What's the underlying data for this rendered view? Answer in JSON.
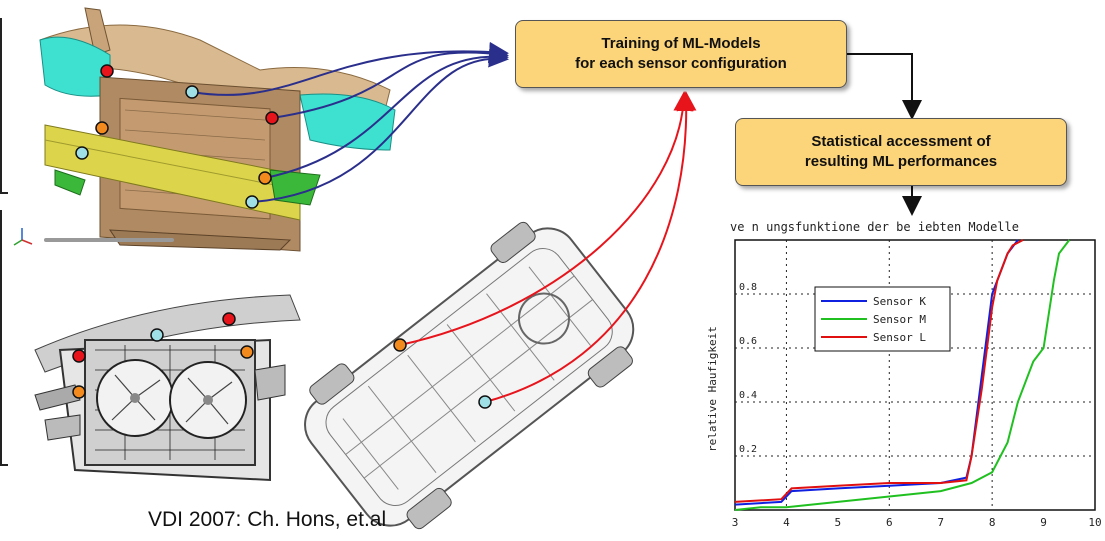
{
  "boxes": {
    "training_line1": "Training of ML-Models",
    "training_line2": "for each sensor configuration",
    "assessment_line1": "Statistical accessment of",
    "assessment_line2": "resulting ML performances"
  },
  "credit": "VDI 2007: Ch. Hons, et.al",
  "colors": {
    "box_fill": "#fcd479",
    "sensor_red": "#e8141c",
    "sensor_orange": "#f28a1e",
    "sensor_cyan": "#9ee0e6",
    "arrow_blue": "#2b2f8c",
    "arrow_red": "#e8141c"
  },
  "chart_data": {
    "type": "line",
    "title": "ve n ungsfunktione der be iebten Modelle",
    "ylabel": "relative Haufigkeit",
    "xlabel": "",
    "xlim": [
      3,
      10
    ],
    "ylim": [
      0,
      1
    ],
    "x_ticks": [
      "3",
      "4",
      "5",
      "6",
      "7",
      "8",
      "9",
      "10"
    ],
    "y_ticks": [
      "0.2",
      "0.4",
      "0.6",
      "0.8"
    ],
    "grid": true,
    "legend_position": "top-left",
    "series": [
      {
        "name": "Sensor K",
        "color": "#1020e0",
        "x": [
          3,
          3.9,
          4.1,
          5.0,
          6.0,
          7.0,
          7.5,
          7.6,
          7.7,
          7.8,
          7.9,
          8.0,
          8.2,
          8.3,
          8.5
        ],
        "y": [
          0.02,
          0.03,
          0.07,
          0.08,
          0.09,
          0.1,
          0.12,
          0.2,
          0.35,
          0.5,
          0.65,
          0.8,
          0.9,
          0.95,
          1.0
        ]
      },
      {
        "name": "Sensor M",
        "color": "#20c020",
        "x": [
          3,
          3.5,
          4.0,
          5.0,
          6.0,
          7.0,
          7.6,
          8.0,
          8.3,
          8.5,
          8.8,
          9.0,
          9.2,
          9.3,
          9.5
        ],
        "y": [
          0.0,
          0.01,
          0.01,
          0.03,
          0.05,
          0.07,
          0.1,
          0.14,
          0.25,
          0.4,
          0.55,
          0.6,
          0.85,
          0.95,
          1.0
        ]
      },
      {
        "name": "Sensor L",
        "color": "#e01010",
        "x": [
          3,
          3.9,
          4.1,
          5.0,
          6.0,
          7.0,
          7.5,
          7.6,
          7.8,
          7.9,
          8.0,
          8.1,
          8.3,
          8.4,
          8.6
        ],
        "y": [
          0.03,
          0.04,
          0.08,
          0.09,
          0.1,
          0.1,
          0.11,
          0.2,
          0.45,
          0.6,
          0.75,
          0.85,
          0.95,
          0.98,
          1.0
        ]
      }
    ]
  }
}
